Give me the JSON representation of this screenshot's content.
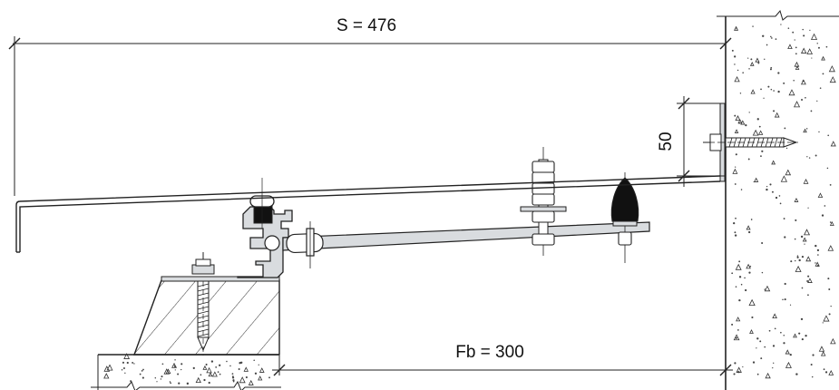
{
  "dimensions": {
    "span_label": "S = 476",
    "base_label": "Fb = 300",
    "height_label": "50"
  },
  "colors": {
    "line": "#222222",
    "steel_fill": "#d9dcdf",
    "rubber_fill": "#111111",
    "hatch": "#333333"
  },
  "parts": {
    "wall": "concrete-wall",
    "floor": "concrete-floor",
    "base_block": "hatched-base-block",
    "cover_plate": "cover-plate",
    "clamp_profile": "aluminium-clamp-profile",
    "rod": "pivot-rod",
    "bolt": "adjusting-bolt",
    "buffer": "rubber-buffer",
    "angle": "wall-angle",
    "wall_anchor": "wall-anchor-screw",
    "base_anchor": "base-anchor-screw"
  }
}
